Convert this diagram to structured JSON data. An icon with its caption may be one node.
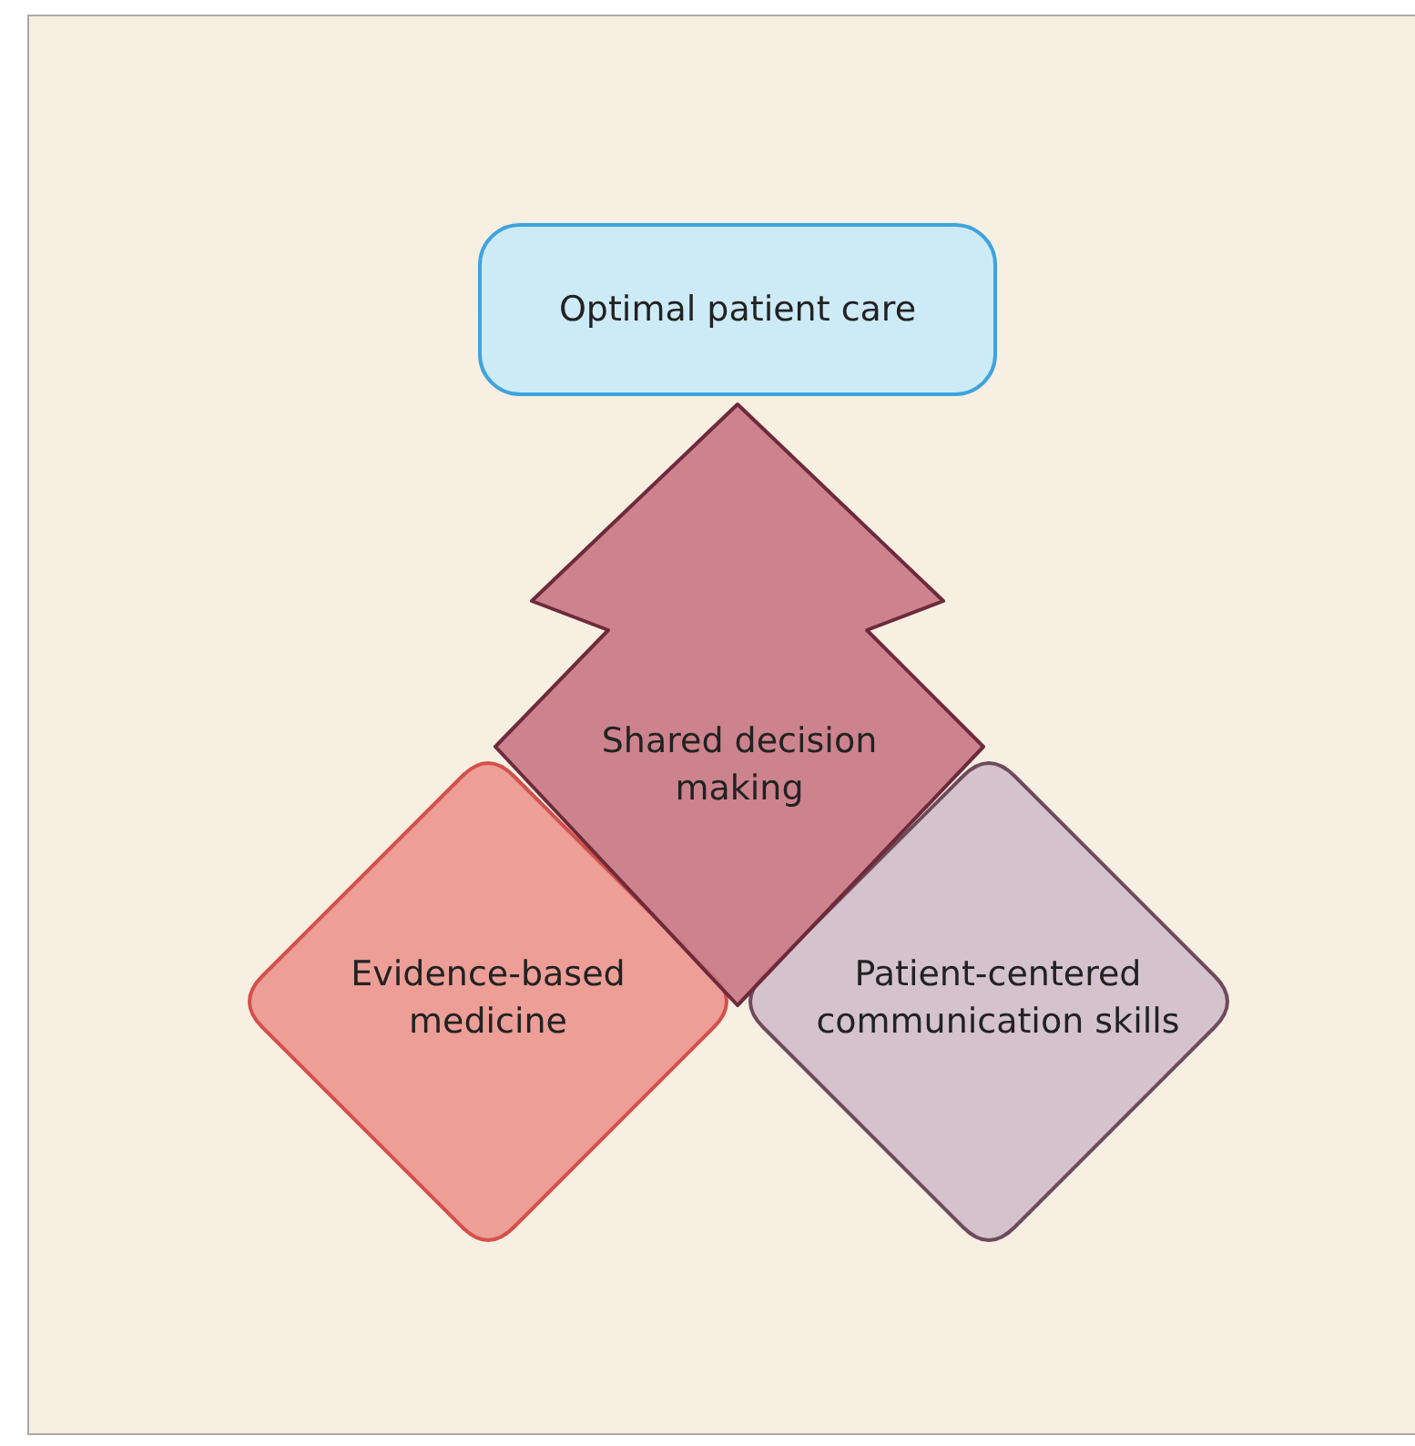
{
  "diagram": {
    "nodes": [
      {
        "text": [
          "Optimal patient care"
        ]
      },
      {
        "text": [
          "Shared decision making"
        ]
      },
      {
        "text": [
          "Evidence-based medicine"
        ]
      },
      {
        "text": [
          "Patient-centered communication skills"
        ]
      }
    ]
  }
}
